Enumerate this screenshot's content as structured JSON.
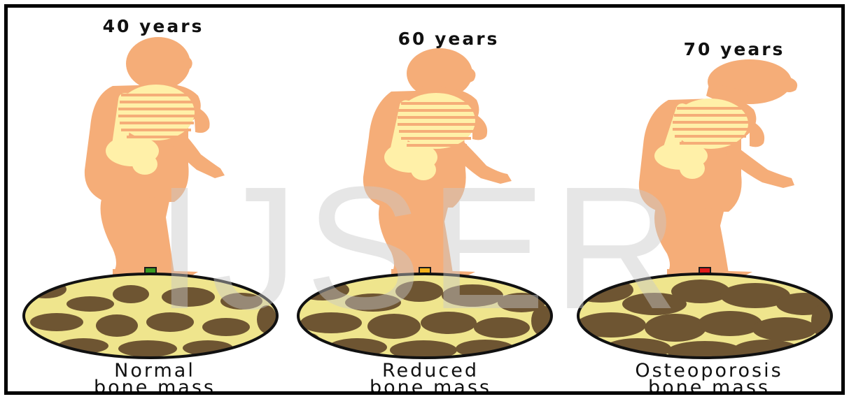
{
  "stages": [
    {
      "age": "40 years",
      "caption": [
        "Normal",
        "bone mass"
      ],
      "arrow_color": "#3a9a22",
      "bone_density": "normal"
    },
    {
      "age": "60 years",
      "caption": [
        "Reduced",
        "bone mass"
      ],
      "arrow_color": "#f2b01a",
      "bone_density": "reduced"
    },
    {
      "age": "70 years",
      "caption": [
        "Osteoporosis",
        "bone mass"
      ],
      "arrow_color": "#e01b1b",
      "bone_density": "osteoporosis"
    }
  ],
  "watermark": "IJSER",
  "colors": {
    "skin": "#f5ad78",
    "skeleton": "#fff0a8",
    "bone_fill": "#efe58d",
    "bone_pore": "#6e5532"
  }
}
